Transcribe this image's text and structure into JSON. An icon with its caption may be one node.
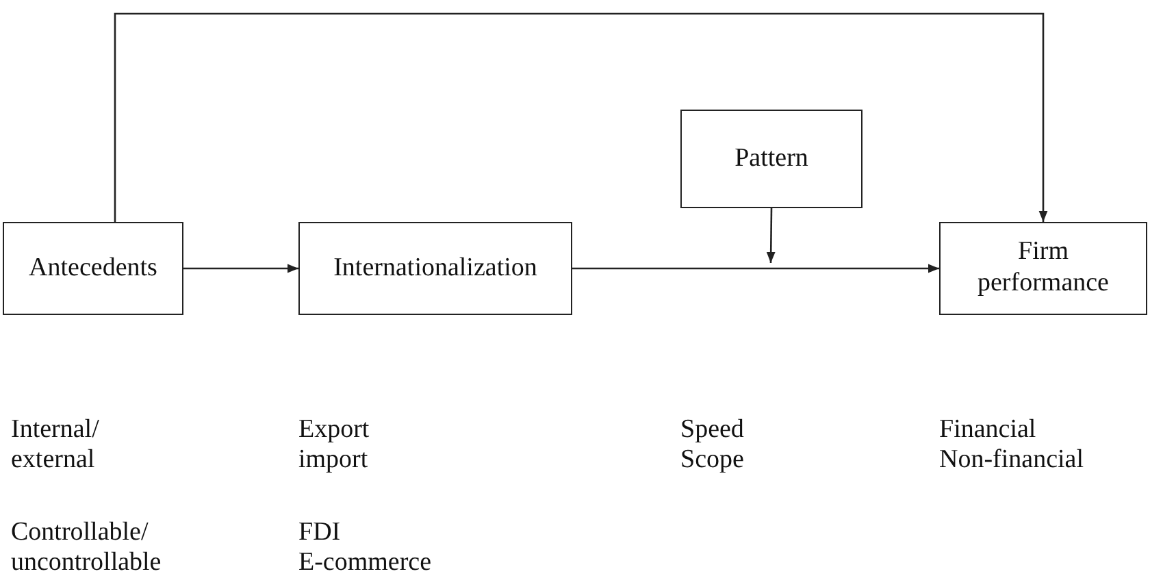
{
  "diagram": {
    "nodes": [
      {
        "text": [
          "Antecedents"
        ]
      },
      {
        "text": [
          "Internationalization"
        ]
      },
      {
        "text": [
          "Pattern"
        ]
      },
      {
        "text": [
          "Firm performance"
        ]
      }
    ],
    "edges": [
      {
        "from": 0,
        "to": 1,
        "arrow": "to"
      },
      {
        "from": 1,
        "to": 3,
        "arrow": "to"
      },
      {
        "from": 2,
        "to": null,
        "arrow": "to"
      },
      {
        "from": 0,
        "to": 3,
        "arrow": "to"
      }
    ],
    "labels": [
      "Internal/ external",
      "Export",
      "Speed",
      "Financial",
      "import",
      "Scope",
      "Non-financial",
      "Controllable/ uncontrollable",
      "FDI",
      "E-commerce"
    ]
  }
}
